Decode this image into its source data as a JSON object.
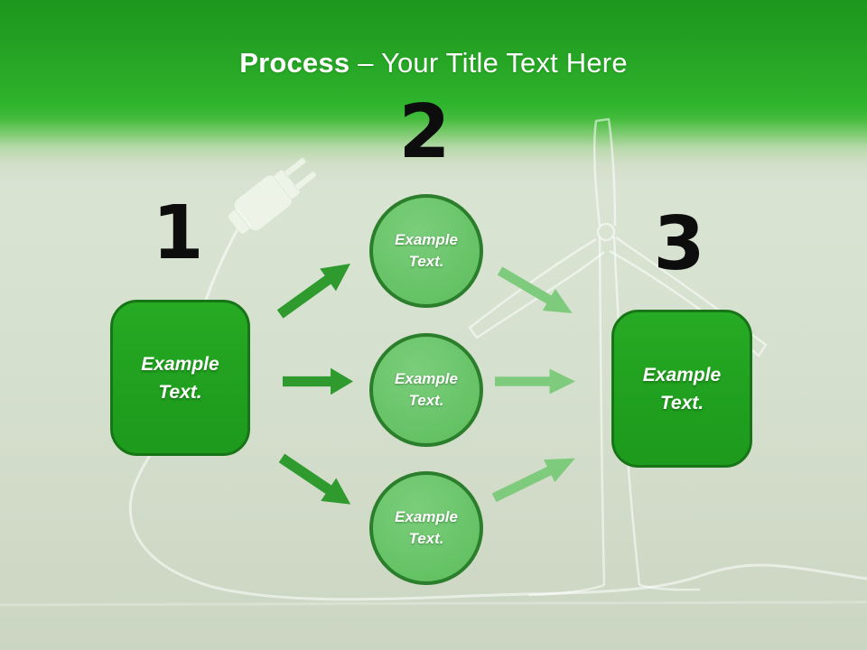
{
  "header": {
    "title_bold": "Process",
    "title_rest": "– Your Title Text Here"
  },
  "steps": {
    "one": {
      "number": "1",
      "label": "Example\nText."
    },
    "two": {
      "number": "2",
      "items": [
        {
          "label": "Example\nText."
        },
        {
          "label": "Example\nText."
        },
        {
          "label": "Example\nText."
        }
      ]
    },
    "three": {
      "number": "3",
      "label": "Example\nText."
    }
  },
  "watermarks": {
    "plug": "power-plug",
    "turbine": "wind-turbine",
    "cord": "power-cord"
  },
  "colors": {
    "header_green": "#2db22b",
    "box_green": "#22a321",
    "box_border": "#177517",
    "circle_green": "#68c468",
    "circle_border": "#2b7e2b",
    "arrow_dark": "#2f9b2f",
    "arrow_light": "#7ecb7e",
    "number_black": "#0d0d0d",
    "title_white": "#ffffff",
    "background": "#d5dfcd"
  }
}
